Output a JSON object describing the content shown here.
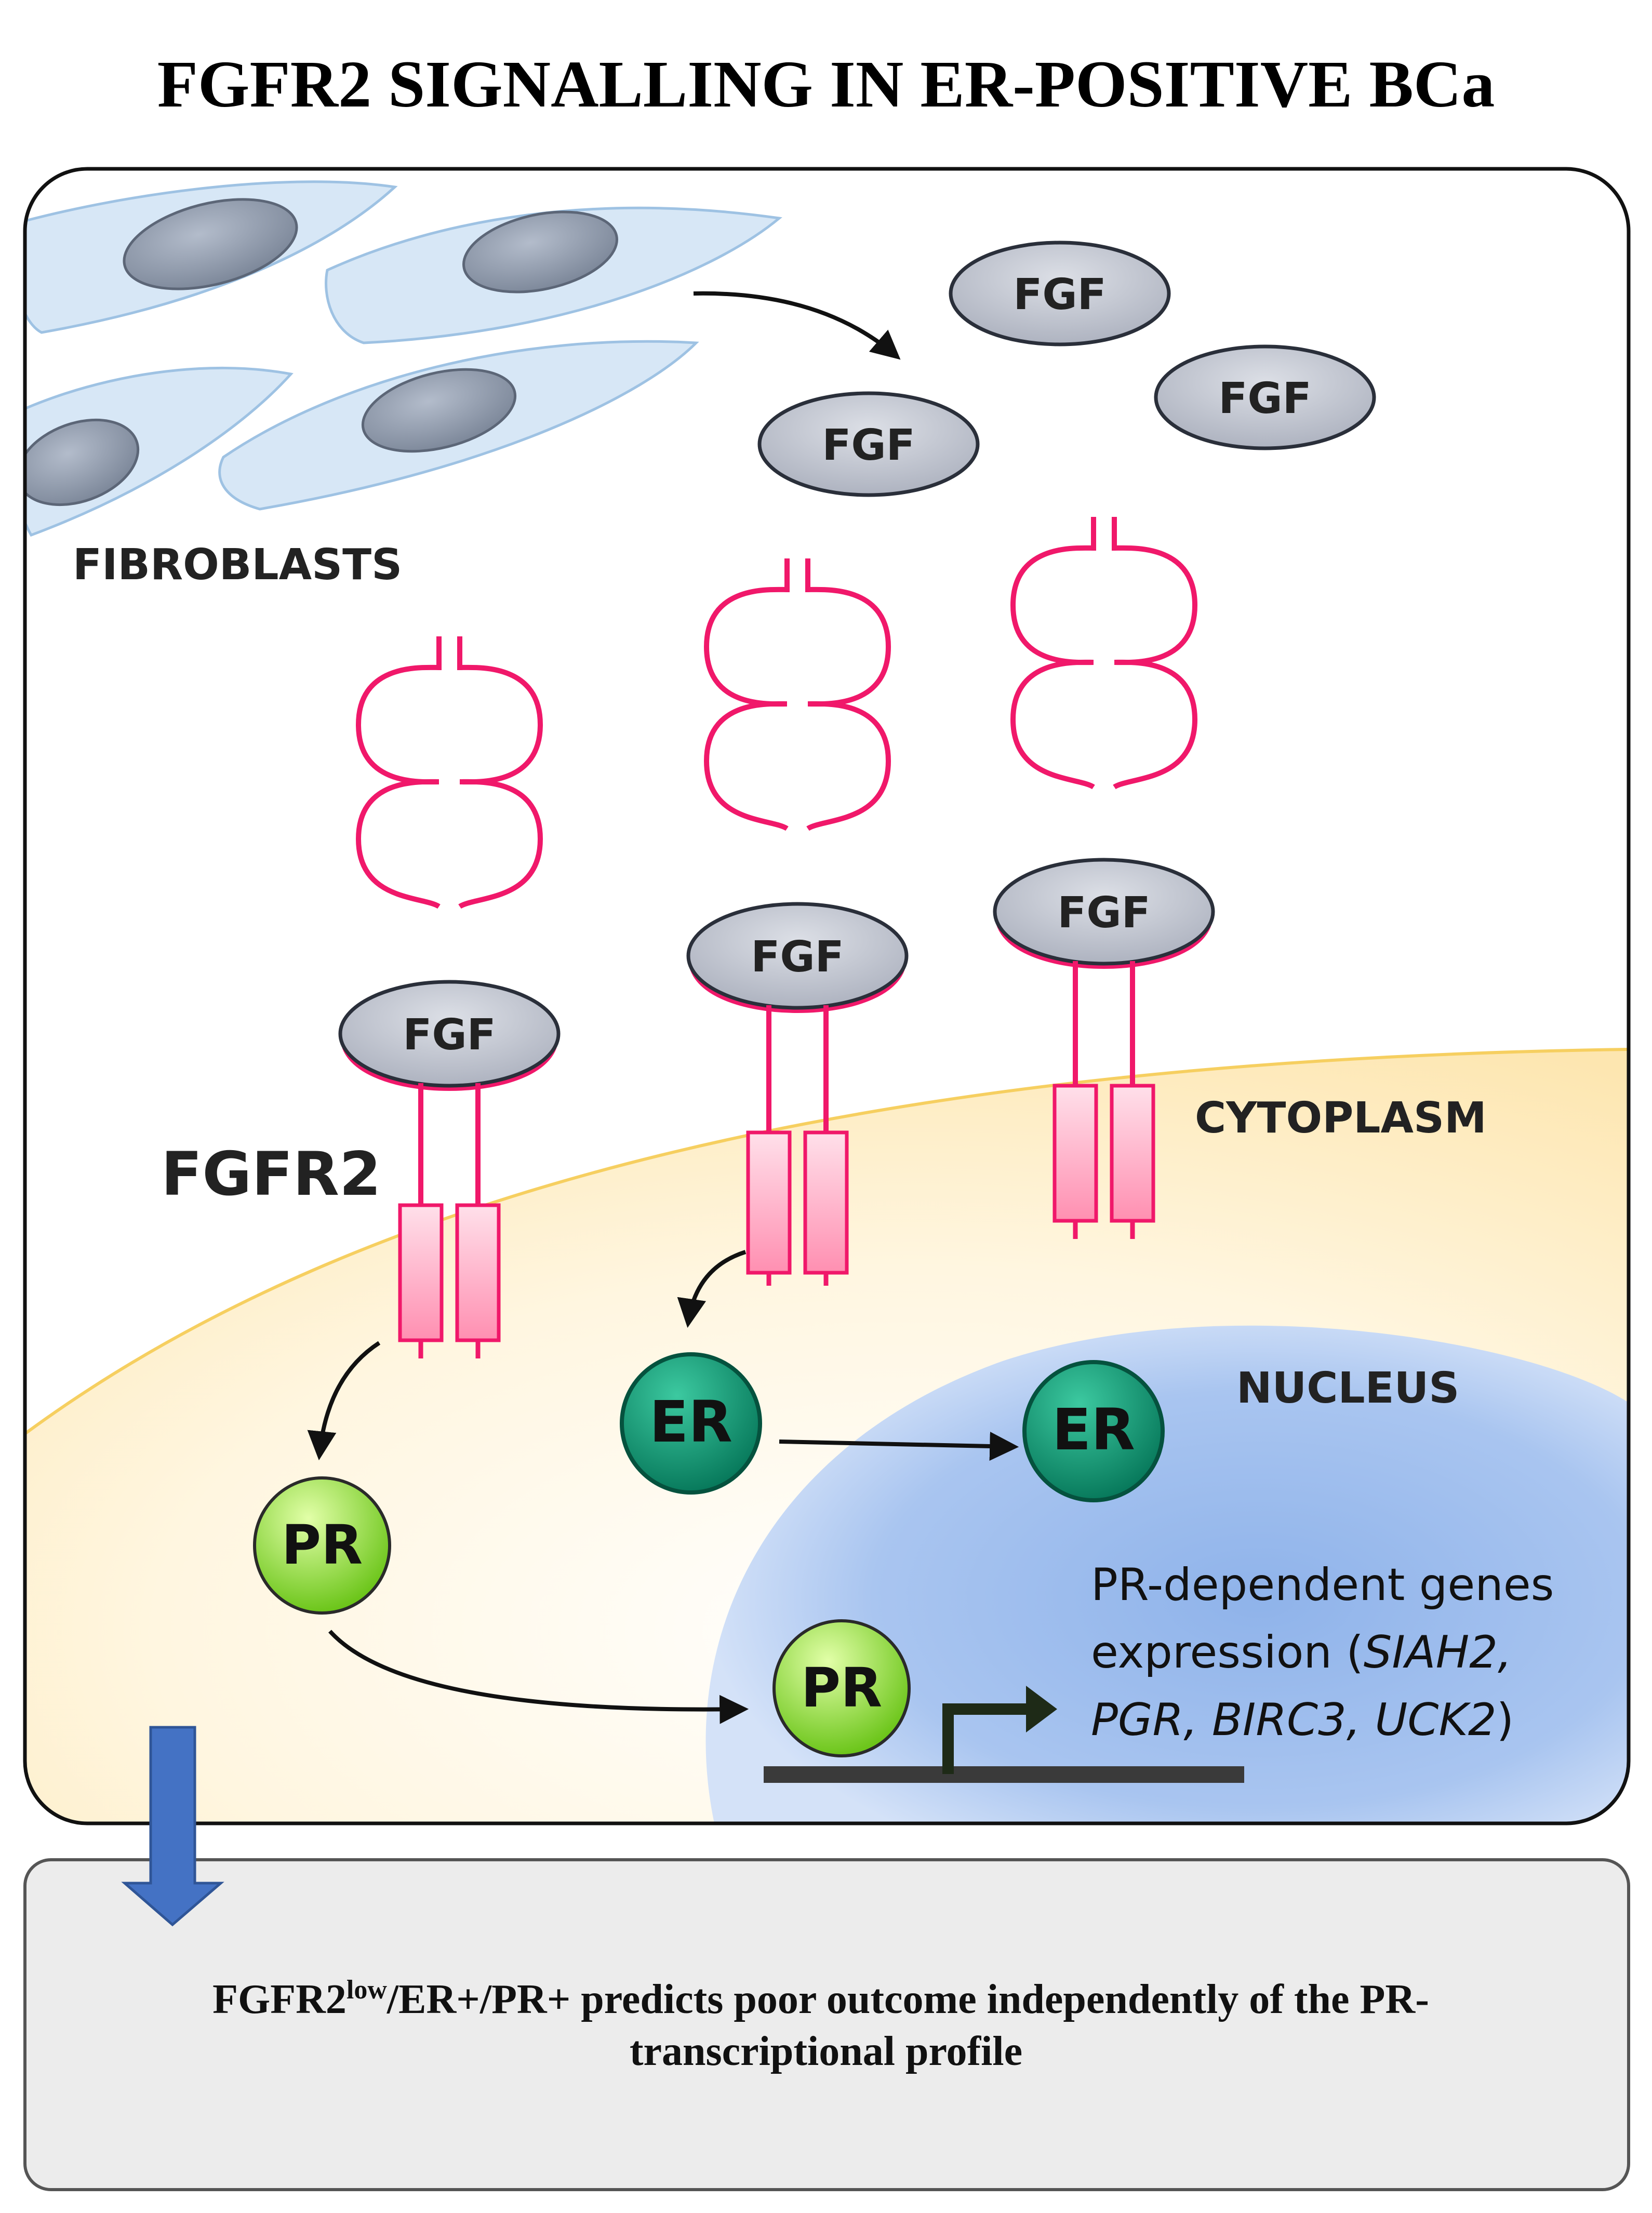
{
  "title": "FGFR2 SIGNALLING IN ER-POSITIVE BCa",
  "labels": {
    "fibroblasts": "FIBROBLASTS",
    "fgfr2": "FGFR2",
    "cytoplasm": "CYTOPLASM",
    "nucleus": "NUCLEUS"
  },
  "ligand_label": "FGF",
  "er_label": "ER",
  "pr_label": "PR",
  "genes": {
    "line1": "PR-dependent genes",
    "line2_prefix": "expression (",
    "line2_italic": "SIAH2,",
    "line3_italic": "PGR, BIRC3, UCK2",
    "line3_suffix": ")"
  },
  "conclusion": {
    "prefix": "FGFR2",
    "superscript": "low",
    "line1_rest": "/ER+/PR+ predicts poor outcome independently of the PR-",
    "line2": "transcriptional profile"
  },
  "colors": {
    "receptor": "#f0186a",
    "fibroblast_fill": "#d7e7f6",
    "fibroblast_nucleus": "#8a96a8",
    "cytoplasm": "#fdeab8",
    "nucleus": "#8db1ea",
    "er": "#0a8c6a",
    "pr": "#7ed321",
    "arrow_down": "#4472c4",
    "bottom_box": "#ececec"
  }
}
